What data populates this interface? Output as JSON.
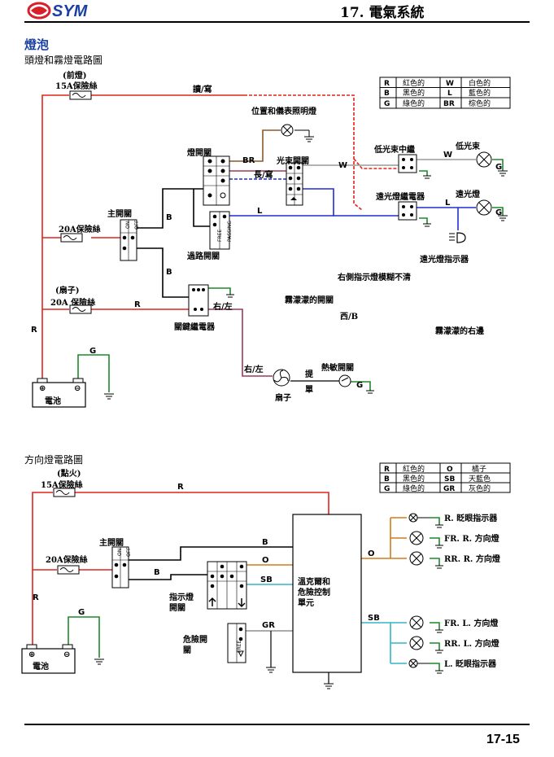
{
  "header": {
    "brand": "SYM",
    "chapter": "17. 電氣系統",
    "page_number": "17-15"
  },
  "section": {
    "title": "燈泡",
    "diagram1_title": "頭燈和霧燈電路圖",
    "diagram2_title": "方向燈電路圖"
  },
  "legend1": [
    {
      "code": "R",
      "name": "紅色的",
      "code2": "W",
      "name2": "白色的"
    },
    {
      "code": "B",
      "name": "黑色的",
      "code2": "L",
      "name2": "藍色的"
    },
    {
      "code": "G",
      "name": "綠色的",
      "code2": "BR",
      "name2": "棕色的"
    }
  ],
  "legend2": [
    {
      "code": "R",
      "name": "紅色的",
      "code2": "O",
      "name2": "橘子"
    },
    {
      "code": "B",
      "name": "黑色的",
      "code2": "SB",
      "name2": "天藍色"
    },
    {
      "code": "G",
      "name": "綠色的",
      "code2": "GR",
      "name2": "灰色的"
    }
  ],
  "diagram1": {
    "front_light": "(前燈)",
    "fuse_15a": "15A保險絲",
    "wire_read_write": "讀/寫",
    "position_light": "位置和儀表照明燈",
    "light_switch": "燈開關",
    "br": "BR",
    "beam_switch": "光束開關",
    "w": "W",
    "low_beam_relay": "低光束中繼",
    "low_beam": "低光束",
    "long_write": "長/寫",
    "high_beam_relay": "遠光燈繼電器",
    "high_beam": "遠光燈",
    "main_switch": "主開關",
    "b": "B",
    "l": "L",
    "fuse_20a": "20A保險絲",
    "pass_switch": "過路開關",
    "high_beam_indicator": "遠光燈指示器",
    "right_indicator_blur": "右側指示燈模糊不清",
    "fan_label": "(扇子)",
    "fuse_20a_fan": "20A 保險絲",
    "r": "R",
    "right_left": "右/左",
    "fog_switch": "霧濛濛的開關",
    "west_b": "西/B",
    "key_relay": "關鍵繼電器",
    "fog_right": "霧濛濛的右邊",
    "g": "G",
    "fan": "扇子",
    "lift": "提",
    "single": "單",
    "thermo_switch": "熱敏開關",
    "battery": "電池",
    "switch_on": "ON",
    "switch_off": "OFF",
    "free": "FREE",
    "passing": "PASSING"
  },
  "diagram2": {
    "ignition": "(點火)",
    "fuse_15a": "15A保險絲",
    "r": "R",
    "main_switch": "主開關",
    "b": "B",
    "o": "O",
    "fuse_20a": "20A保險絲",
    "indicator_switch": "指示燈\n開關",
    "sb": "SB",
    "flasher_unit": "溫克爾和\n危險控制\n單元",
    "g": "G",
    "gr": "GR",
    "hazard_switch": "危險開\n關",
    "battery": "電池",
    "r_indicator": "R. 眨眼指示器",
    "fr_r": "FR. R. 方向燈",
    "rr_r": "RR. R. 方向燈",
    "fr_l": "FR. L. 方向燈",
    "rr_l": "RR. L. 方向燈",
    "l_indicator": "L. 眨眼指示器",
    "free": "FREE"
  },
  "colors": {
    "red": "#e0251b",
    "blue": "#1f2fd0",
    "green": "#1d8a2a",
    "brown": "#8a5a2a",
    "orange": "#d27a1a",
    "gray": "#8f8f8f",
    "skyblue": "#34b6c9",
    "pink": "#9b3a5a",
    "brand": "#1a3fa3"
  }
}
